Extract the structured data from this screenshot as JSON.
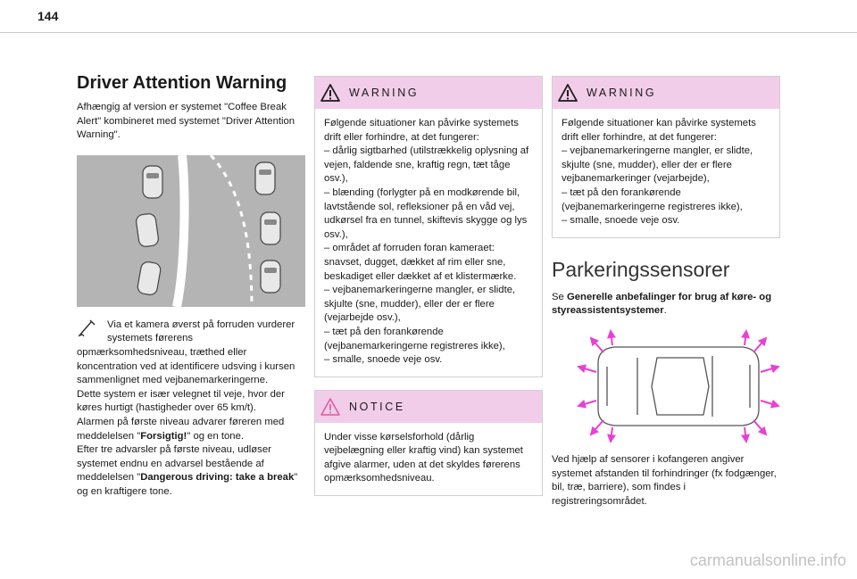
{
  "page": {
    "number": "144"
  },
  "driver_attention": {
    "title": "Driver Attention Warning",
    "intro": "Afhængig af version er systemet \"Coffee Break Alert\" kombineret med systemet \"Driver Attention Warning\".",
    "note_first": "Via et kamera øverst på forruden vurderer systemets førerens",
    "note_lines": [
      "opmærksomhedsniveau, træthed eller koncentration ved at identificere udsving i kursen sammenlignet med vejbanemarkeringerne.",
      "Dette system er især velegnet til veje, hvor der køres hurtigt (hastigheder over 65 km/t).",
      "Alarmen på første niveau advarer føreren med meddelelsen \"",
      "Forsigtig!",
      "\" og en tone.",
      "Efter tre advarsler på første niveau, udløser systemet endnu en advarsel bestående af meddelelsen \"",
      "Dangerous driving: take a break",
      "\" og en kraftigere tone."
    ]
  },
  "warning1": {
    "label": "WARNING",
    "lines": [
      "Følgende situationer kan påvirke systemets drift eller forhindre, at det fungerer:",
      "–  dårlig sigtbarhed (utilstrækkelig oplysning af vejen, faldende sne, kraftig regn, tæt tåge osv.),",
      "–  blænding (forlygter på en modkørende bil, lavtstående sol, refleksioner på en våd vej, udkørsel fra en tunnel, skiftevis skygge og lys osv.),",
      "–  området af forruden foran kameraet: snavset, dugget, dækket af rim eller sne, beskadiget eller dækket af et klistermærke.",
      "–  vejbanemarkeringerne mangler, er slidte, skjulte (sne, mudder), eller der er flere (vejarbejde osv.),",
      "–  tæt på den forankørende (vejbanemarkeringerne registreres ikke),",
      "–  smalle, snoede veje osv."
    ]
  },
  "notice": {
    "label": "NOTICE",
    "text": "Under visse kørselsforhold (dårlig vejbelægning eller kraftig vind) kan systemet afgive alarmer, uden at det skyldes førerens opmærksomhedsniveau."
  },
  "warning2": {
    "label": "WARNING",
    "lines": [
      "Følgende situationer kan påvirke systemets drift eller forhindre, at det fungerer:",
      "–  vejbanemarkeringerne mangler, er slidte, skjulte (sne, mudder), eller der er flere vejbanemarkeringer (vejarbejde),",
      "–  tæt på den forankørende (vejbanemarkeringerne registreres ikke),",
      "–  smalle, snoede veje osv."
    ]
  },
  "parking": {
    "title": "Parkeringssensorer",
    "ref_prefix": "Se ",
    "ref_bold": "Generelle anbefalinger for brug af køre- og styreassistentsystemer",
    "ref_suffix": ".",
    "description": "Ved hjælp af sensorer i kofangeren angiver systemet afstanden til forhindringer (fx fodgænger, bil, træ, barriere), som findes i registreringsområdet."
  },
  "icons": {
    "warning_triangle": "warning-triangle-icon",
    "notice_triangle": "notice-triangle-icon",
    "pen": "pen-note-icon"
  },
  "colors": {
    "box_header": "#f2cdea",
    "sensor_arrow": "#e83fd6",
    "notice_triangle": "#e0569e"
  },
  "watermark": "carmanualsonline.info"
}
